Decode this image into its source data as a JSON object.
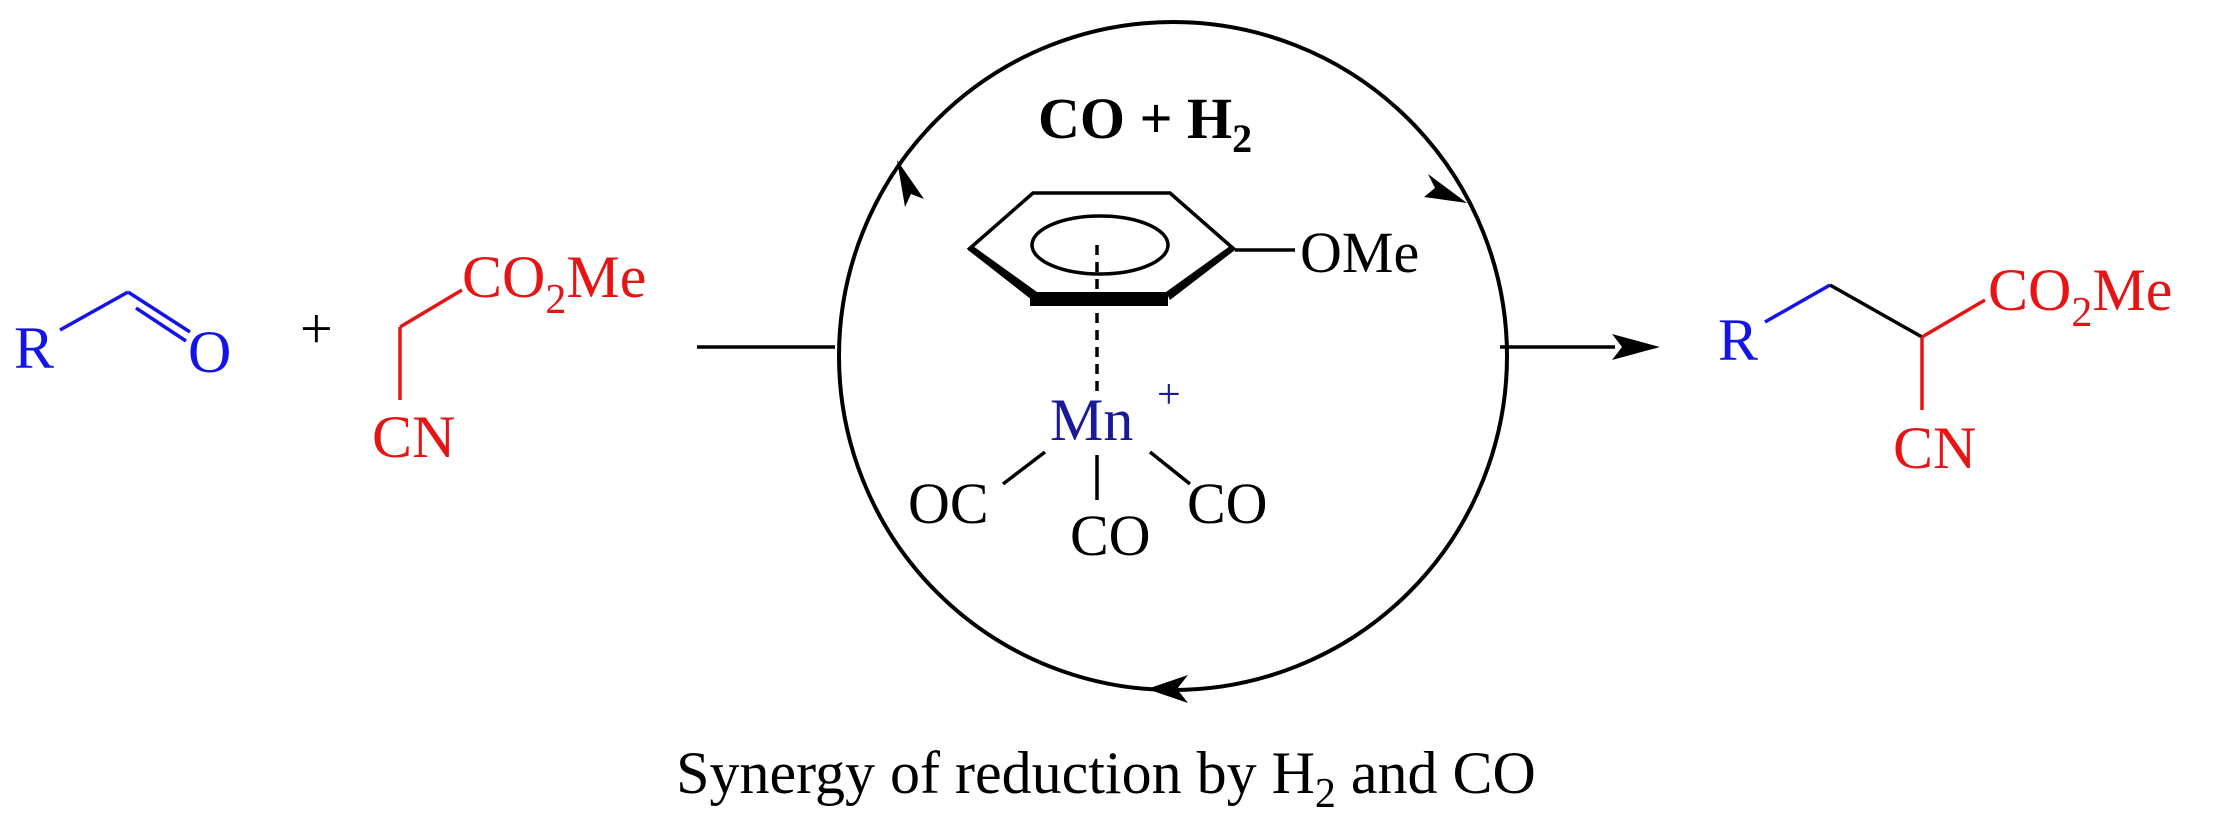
{
  "colors": {
    "reactant_aldehyde": "#1414e6",
    "reactant_nitrile": "#e61414",
    "catalyst_metal": "#1a1a99",
    "ink": "#000000"
  },
  "reactant1": {
    "r_label": "R",
    "o_label": "O"
  },
  "plus_sign": "+",
  "reactant2": {
    "ester_label": "CO",
    "ester_sub": "2",
    "ester_tail": "Me",
    "nitrile_label": "CN"
  },
  "catalyst": {
    "gas_label": "CO + H",
    "gas_sub": "2",
    "methoxy_label": "OMe",
    "metal_label": "Mn",
    "charge": "+",
    "ligand_left": "OC",
    "ligand_bottom": "CO",
    "ligand_right": "CO"
  },
  "product": {
    "r_label": "R",
    "ester_label": "CO",
    "ester_sub": "2",
    "ester_tail": "Me",
    "nitrile_label": "CN"
  },
  "caption": {
    "text_before": "Synergy of reduction by H",
    "sub": "2",
    "text_after": " and CO"
  }
}
